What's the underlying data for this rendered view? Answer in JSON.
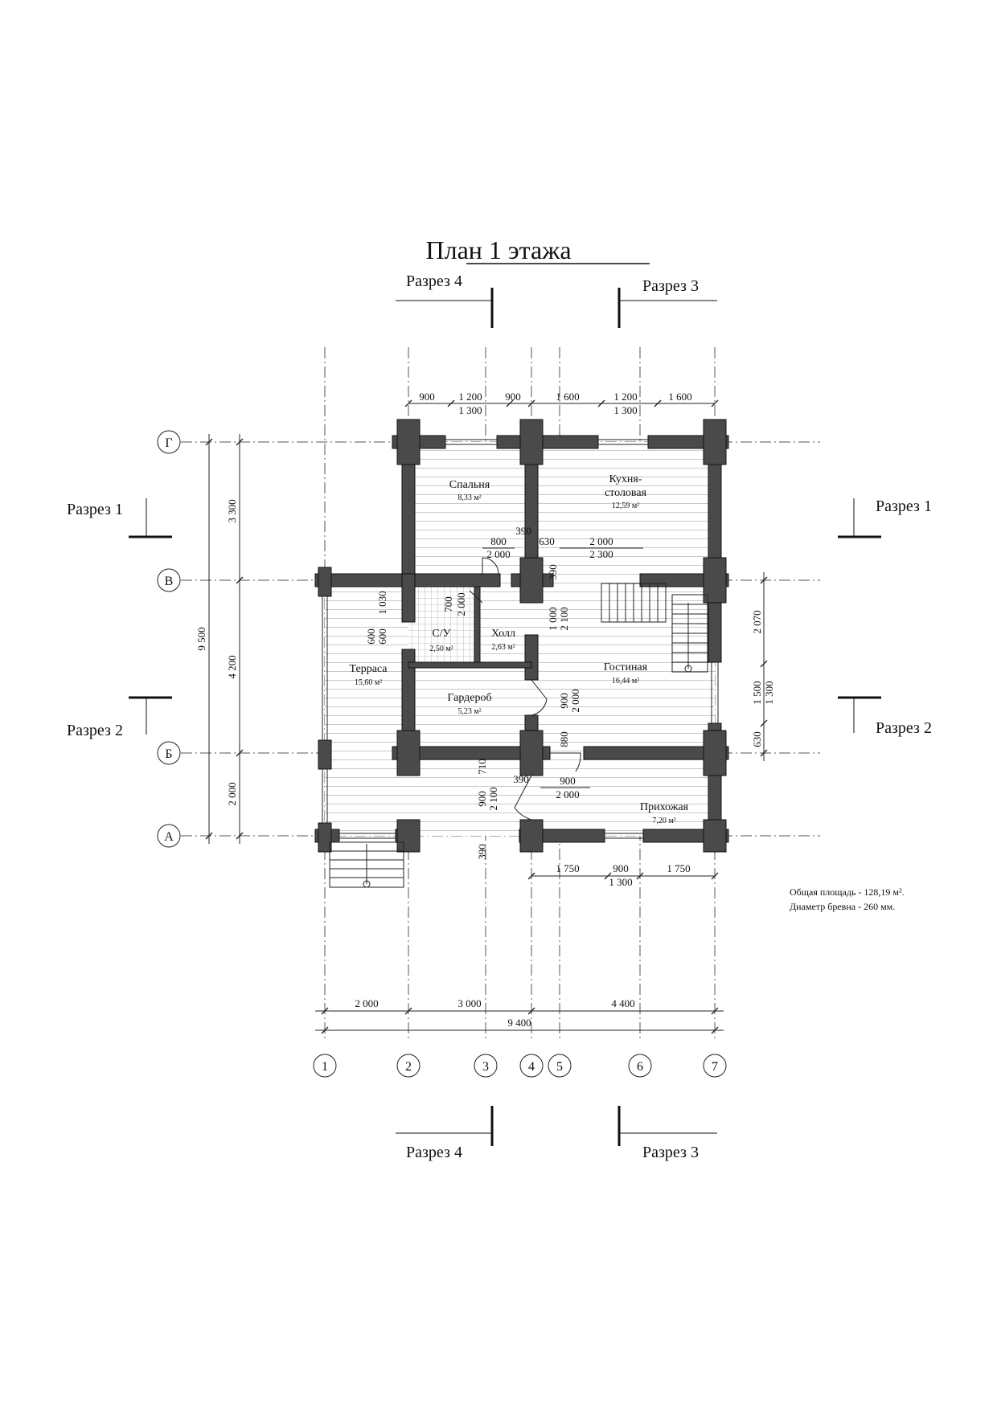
{
  "title": "План 1 этажа",
  "sections": {
    "s1": "Разрез 1",
    "s2": "Разрез 2",
    "s3": "Разрез 3",
    "s4": "Разрез 4"
  },
  "axes": {
    "cols": [
      "1",
      "2",
      "3",
      "4",
      "5",
      "6",
      "7"
    ],
    "rows": [
      "Г",
      "В",
      "Б",
      "А"
    ]
  },
  "rooms": [
    {
      "name": "Спальня",
      "area": "8,33 м²"
    },
    {
      "name": "Кухня-",
      "name2": "столовая",
      "area": "12,59 м²"
    },
    {
      "name": "С/У",
      "area": "2,50 м²"
    },
    {
      "name": "Холл",
      "area": "2,63 м²"
    },
    {
      "name": "Терраса",
      "area": "15,60 м²"
    },
    {
      "name": "Гардероб",
      "area": "5,23 м²"
    },
    {
      "name": "Гостиная",
      "area": "16,44 м²"
    },
    {
      "name": "Прихожая",
      "area": "7,20 м²"
    }
  ],
  "dims": {
    "top1": [
      "900",
      "1 200",
      "900",
      "1 600",
      "1 200",
      "1 600"
    ],
    "top2": [
      "1 300",
      "1 300"
    ],
    "bottom1": [
      "1 750",
      "900",
      "1 750"
    ],
    "bottom2": "1 300",
    "base": [
      "2 000",
      "3 000",
      "4 400"
    ],
    "total": "9 400",
    "left": [
      "3 300",
      "4 200",
      "2 000"
    ],
    "leftTotal": "9 500",
    "right": [
      "2 070",
      "1 500",
      "1 300",
      "630"
    ],
    "inner": [
      "390",
      "800",
      "2 000",
      "630",
      "2 000",
      "2 300",
      "390",
      "700",
      "2 000",
      "1 030",
      "600",
      "600",
      "1 000",
      "2 100",
      "900",
      "2 000",
      "880",
      "710",
      "390",
      "900",
      "2 000",
      "900",
      "2 100",
      "390"
    ]
  },
  "notes": {
    "area": "Общая площадь - 128,19 м².",
    "log": "Диаметр бревна - 260 мм."
  }
}
